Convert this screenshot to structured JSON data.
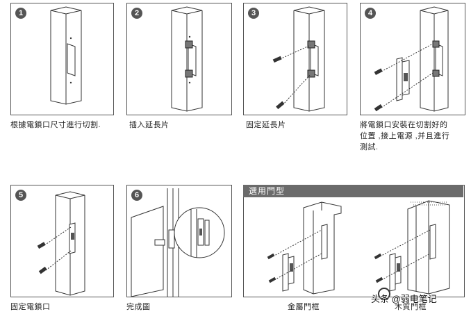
{
  "steps": [
    {
      "number": "1",
      "caption": "根據電鎖口尺寸進行切割."
    },
    {
      "number": "2",
      "caption": "插入延長片"
    },
    {
      "number": "3",
      "caption": "固定延長片"
    },
    {
      "number": "4",
      "caption_lines": [
        "將電鎖口安裝在切割好的",
        "位置 ,接上電源 ,并且進行",
        "測試."
      ]
    },
    {
      "number": "5",
      "caption": "固定電鎖口"
    },
    {
      "number": "6",
      "caption": "完成圖"
    }
  ],
  "door_types": {
    "header": "選用門型",
    "metal_label": "金屬門框",
    "wood_label": "木質門框"
  },
  "watermark": {
    "text": "头条 @弱电笔记"
  }
}
